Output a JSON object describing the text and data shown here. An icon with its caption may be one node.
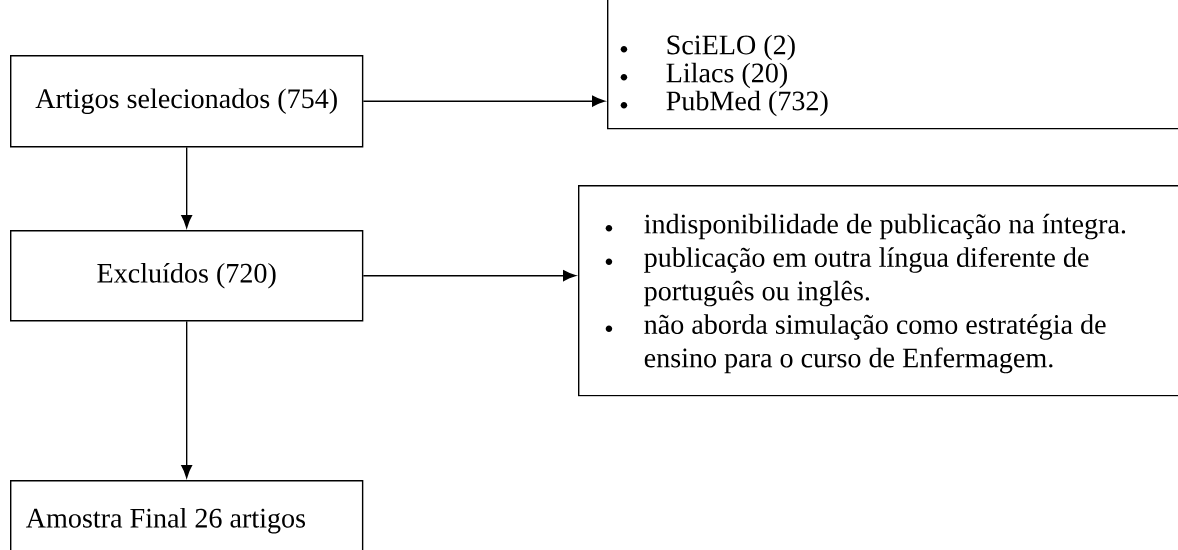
{
  "diagram": {
    "nodes": [
      {
        "text": [
          "Artigos selecionados (754)"
        ]
      },
      {
        "text": [
          "SciELO (2)",
          "Lilacs (20)",
          "PubMed (732)"
        ]
      },
      {
        "text": [
          "Excluídos (720)"
        ]
      },
      {
        "text": [
          "indisponibilidade de publicação na íntegra.",
          "publicação em outra língua diferente de português ou inglês.",
          "não aborda simulação como estratégia de ensino para o curso de Enfermagem."
        ]
      },
      {
        "text": [
          "Amostra Final 26 artigos"
        ]
      }
    ],
    "edges": [
      {
        "from": 0,
        "to": 1,
        "arrow": "to"
      },
      {
        "from": 0,
        "to": 2,
        "arrow": "to"
      },
      {
        "from": 2,
        "to": 3,
        "arrow": "to"
      },
      {
        "from": 2,
        "to": 4,
        "arrow": "to"
      }
    ]
  }
}
